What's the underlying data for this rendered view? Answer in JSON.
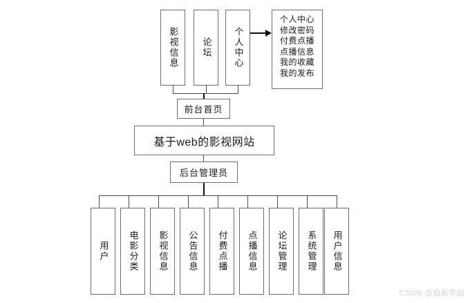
{
  "diagram": {
    "title_node": {
      "label": "基于web的影视网站"
    },
    "frontend": {
      "label": "前台首页"
    },
    "backend": {
      "label": "后台管理员"
    },
    "frontend_children": [
      {
        "label": "影视信息"
      },
      {
        "label": "论坛"
      },
      {
        "label": "个人中心"
      }
    ],
    "detail_panel": {
      "lines": [
        "个人中心",
        "修改密码",
        "付费点播",
        "点播信息",
        "我的收藏",
        "我的发布"
      ]
    },
    "backend_children": [
      {
        "label": "用户"
      },
      {
        "label": "电影分类"
      },
      {
        "label": "影视信息"
      },
      {
        "label": "公告信息"
      },
      {
        "label": "付费点播"
      },
      {
        "label": "点播信息"
      },
      {
        "label": "论坛管理"
      },
      {
        "label": "系统管理"
      },
      {
        "label": "用户信息"
      }
    ],
    "colors": {
      "background": "#ffffff",
      "box_border": "#6b6b6b",
      "connector": "#4a4a4a",
      "connector_bold": "#111111",
      "text": "#1a1a1a",
      "watermark": "#d2d2d2"
    }
  },
  "watermark": {
    "text": "CSDN @茹茹学姐"
  }
}
